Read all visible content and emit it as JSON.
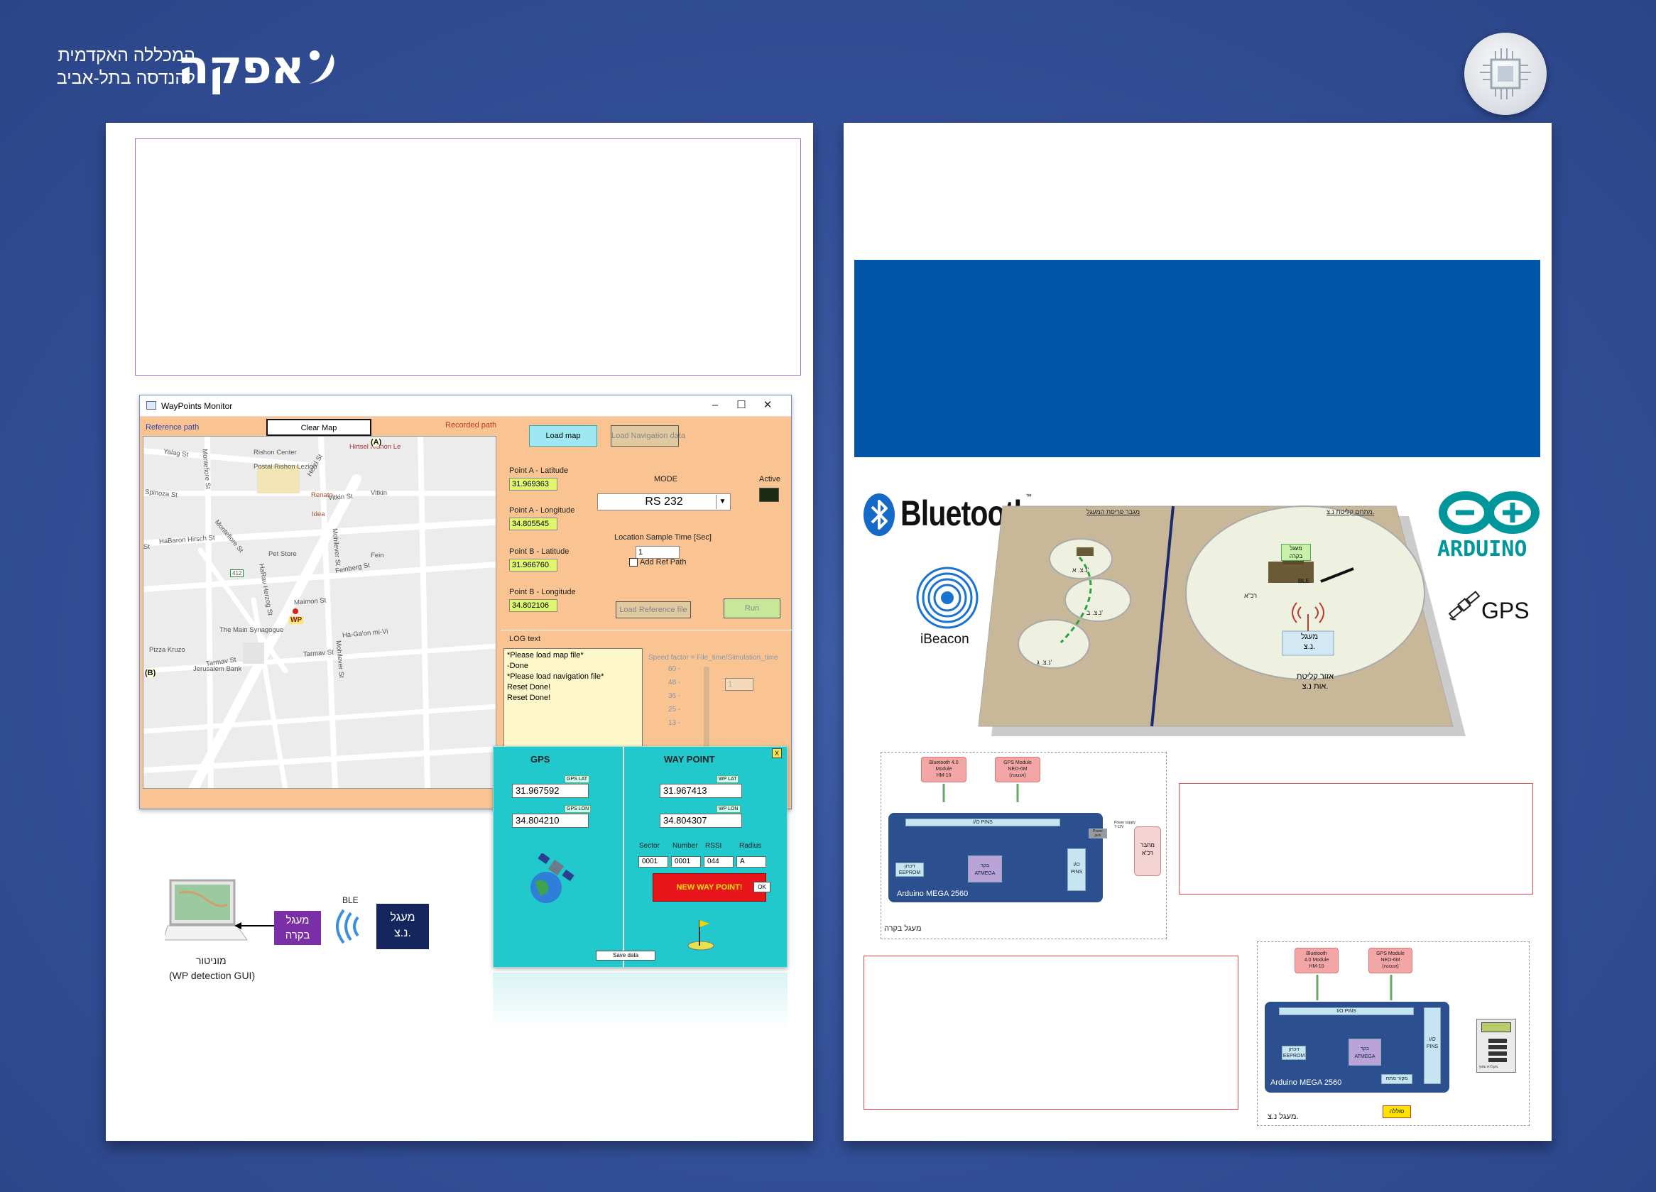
{
  "logo": {
    "line1": "המכללה האקדמית",
    "line2": "להנדסה בתל-אביב",
    "brand": "אפקה"
  },
  "window": {
    "title": "WayPoints Monitor",
    "reference_path": "Reference path",
    "clear_map": "Clear Map",
    "recorded_path": "Recorded path",
    "load_map": "Load map",
    "load_nav": "Load Navigation data",
    "point_a_lat_label": "Point A - Latitude",
    "point_a_lat": "31.969363",
    "point_a_lon_label": "Point A - Longitude",
    "point_a_lon": "34.805545",
    "point_b_lat_label": "Point B - Latitude",
    "point_b_lat": "31.966760",
    "point_b_lon_label": "Point B - Longitude",
    "point_b_lon": "34.802106",
    "mode_label": "MODE",
    "mode_value": "RS 232",
    "active_label": "Active",
    "sample_time_label": "Location Sample Time [Sec]",
    "sample_time": "1",
    "add_ref_path": "Add Ref Path",
    "load_ref_file": "Load Reference file",
    "run": "Run",
    "log_label": "LOG text",
    "log_lines": [
      "*Please load map file*",
      "-Done",
      "*Please load navigation file*",
      "Reset Done!",
      "Reset Done!"
    ],
    "speed_label": "Speed factor = File_time/Simulation_time",
    "speed_ticks": [
      "60 -",
      "48 -",
      "36 -",
      "25 -",
      "13 -"
    ],
    "speed_value": "1"
  },
  "map": {
    "marker_a": "(A)",
    "marker_b": "(B)",
    "wp": "WP",
    "labels": {
      "yalag": "Yalag St",
      "montefiore": "Montefiore St",
      "rishon_center": "Rishon Center",
      "postal": "Postal Rishon Lezion",
      "herzl": "Herzl St",
      "hirtsel": "Hirtsel Rishon Le",
      "spinoza": "Spinoza St",
      "renato": "Renato",
      "vitkin": "Vitkin St",
      "vitkin2": "Vitkin",
      "idea": "Idea",
      "habaron": "HaBaron Hirsch St",
      "montefiore2": "Montefiore St",
      "pet_store": "Pet Store",
      "feinberg": "Feinberg St",
      "fein": "Fein",
      "mohilever": "Mohilever St",
      "harav": "HaRav Herzog St",
      "maimon": "Maimon St",
      "synagogue": "The Main Synagogue",
      "hagaon": "Ha-Ga'on mi-Vi",
      "pizza": "Pizza Kruzo",
      "tarmav": "Tarmav St",
      "tarmav2": "Tarmav St",
      "mohilever2": "Mohilever St",
      "bank": "Jerusalem Bank",
      "st": "St",
      "route": "412"
    }
  },
  "gps_panel": {
    "gps_title": "GPS",
    "waypoint_title": "WAY POINT",
    "gps_lat_tag": "GPS LAT",
    "gps_lat": "31.967592",
    "gps_lon_tag": "GPS LON",
    "gps_lon": "34.804210",
    "wp_lat_tag": "WP LAT",
    "wp_lat": "31.967413",
    "wp_lon_tag": "WP LON",
    "wp_lon": "34.804307",
    "sector_label": "Sector",
    "number_label": "Number",
    "rssi_label": "RSSI",
    "radius_label": "Radius",
    "sector": "0001",
    "number": "0001",
    "rssi": "044",
    "radius": "A",
    "new_wp": "NEW WAY POINT!",
    "ok": "OK",
    "save": "Save data",
    "close": "X"
  },
  "block_diagram_left": {
    "monitor": "מוניטור",
    "monitor_sub": "(WP detection GUI)",
    "ble": "BLE",
    "control_loop": "מעגל\nבקרה",
    "nz_loop": "מעגל\nנ.צ."
  },
  "logos_right": {
    "bluetooth": "Bluetooth",
    "tm": "™",
    "ibeacon": "iBeacon",
    "arduino": "ARDUINO",
    "gps": "GPS"
  },
  "scene": {
    "left_title": "מגבר פריסת המעגל",
    "right_title": "מתחם קליטת נ.צ.",
    "ble": "BLE",
    "control_tag": "מעגל\nבקרה",
    "nz_tag": "מעגל\nנ.צ.",
    "reception_area": "אזור קליטת\nאות נ.צ.",
    "vehicle": "רכ\"א",
    "nz_a": "נ.צ. א'",
    "nz_b": "נ.צ. ב'",
    "nz_c": "נ.צ. ג'"
  },
  "diagram_control": {
    "bt_module": "Bluetooth 4.0\nModule\nHM-10",
    "gps_module": "GPS Module\nNEO-6M\n(אנטנה)",
    "io_pins": "I/O PINS",
    "board": "Arduino MEGA 2560",
    "eeprom": "זיכרון\nEEPROM",
    "atmega": "בקר\nATMEGA",
    "io_pins_v": "I/O\nPINS",
    "power": "Power\njack",
    "power_supply": "Power supply\n7-12V",
    "vehicle_conn": "מחבר\nרכ\"א",
    "caption": "מעגל בקרה"
  },
  "diagram_nz": {
    "bt_module": "Bluetooth\n4.0 Module\nHM-10",
    "gps_module": "GPS Module\nNEO-6M\n(אנטנה)",
    "io_pins": "I/O PINS",
    "board": "Arduino MEGA 2560",
    "eeprom": "זיכרון\nEEPROM",
    "atmega": "בקר\nATMEGA",
    "io_pins_v": "I/O\nPINS",
    "power": "מקור מתח",
    "battery": "סוללה",
    "keypad": "מקלדת ומסך",
    "caption": "מעגל נ.צ."
  },
  "colors": {
    "background": "#334f98",
    "window_bg": "#f9c491",
    "cyan_panel": "#21c8cc",
    "banner": "#0055a8",
    "arduino": "#00979c",
    "new_wp": "#e8161b"
  }
}
